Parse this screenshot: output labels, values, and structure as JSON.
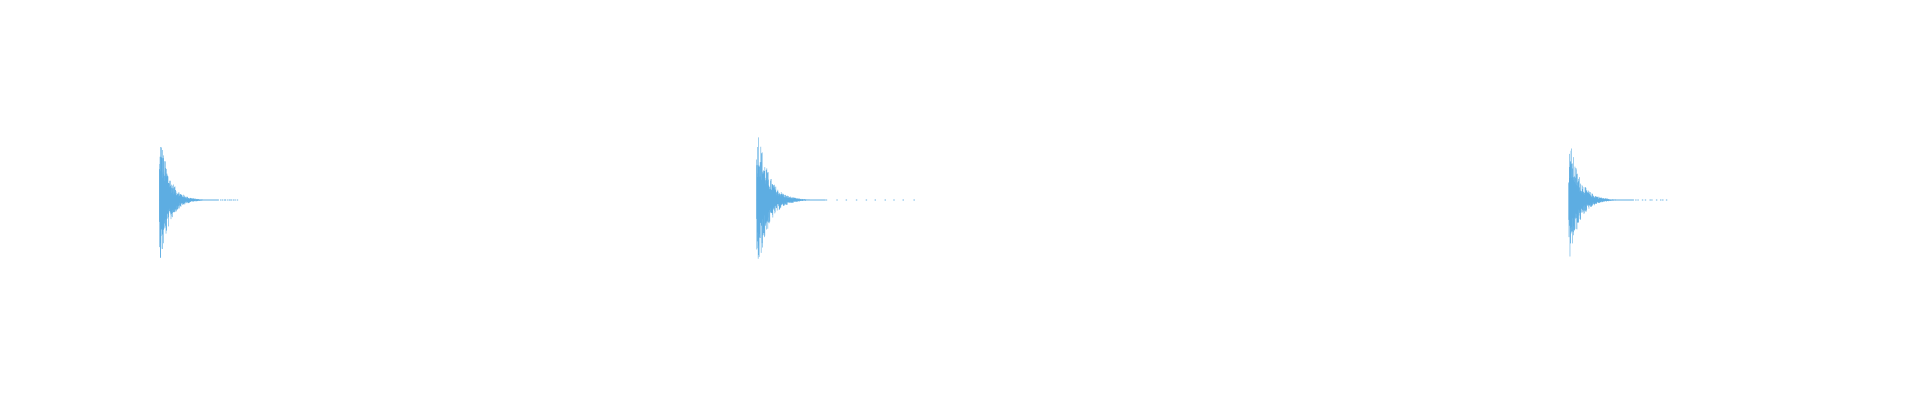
{
  "chart_data": {
    "type": "line",
    "title": "",
    "xlabel": "",
    "ylabel": "",
    "grid": false,
    "axes_visible": false,
    "legend": "none",
    "color": "#5dade2",
    "xlim": [
      0,
      1
    ],
    "ylim": [
      -1,
      1
    ],
    "series": [
      {
        "values": "",
        "events": [
          {
            "onset": 0.083,
            "peak_amplitude": 0.83,
            "decay_length": 0.031,
            "trailing_dots": 0.01
          },
          {
            "onset": 0.394,
            "peak_amplitude": 0.94,
            "decay_length": 0.036,
            "trailing_dots": 0.05
          },
          {
            "onset": 0.817,
            "peak_amplitude": 0.76,
            "decay_length": 0.034,
            "trailing_dots": 0.018
          }
        ]
      }
    ]
  }
}
